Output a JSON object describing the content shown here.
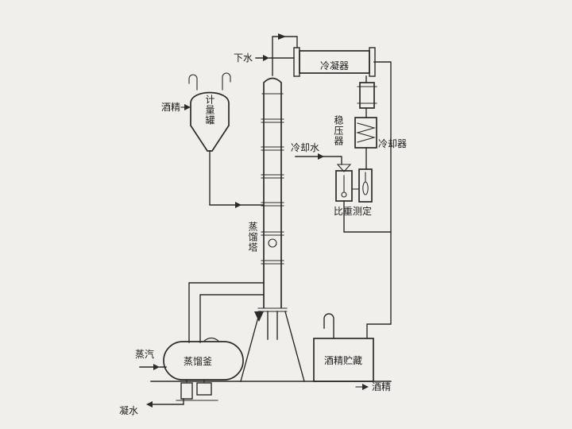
{
  "figure": {
    "background_color": "#f0efec",
    "line_color": "#2b2b2b"
  },
  "labels": {
    "drain_water": "下水",
    "condenser": "冷凝器",
    "pressure_stabilizer": "稳压器",
    "cooling_water": "冷却水",
    "cooler": "冷却器",
    "density_measure": "比重测定",
    "alcohol_feed": "酒精",
    "metering_tank": "计量罐",
    "distillation_column": "蒸馏塔",
    "distillation_kettle": "蒸馏釜",
    "steam": "蒸汽",
    "condensate": "凝水",
    "alcohol_storage": "酒精贮藏",
    "alcohol_out": "酒精"
  }
}
